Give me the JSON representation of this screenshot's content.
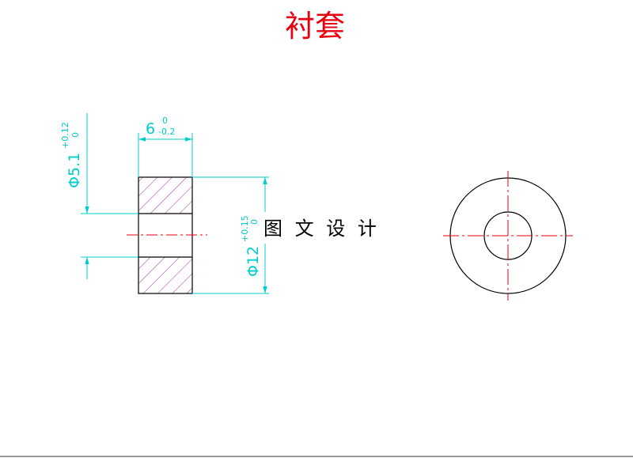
{
  "title": "衬套",
  "watermark": "图 文 设 计",
  "dimensions": {
    "width": {
      "value": "6",
      "upper": "0",
      "lower": "-0.2"
    },
    "inner_diameter": {
      "value": "Φ5.1",
      "upper": "+0.12",
      "lower": "0"
    },
    "outer_diameter": {
      "value": "Φ12",
      "upper": "+0.15",
      "lower": "0"
    }
  },
  "colors": {
    "title": "#e8000f",
    "dimension": "#00cccc",
    "centerline": "#e8000f",
    "hatch": "#a633a6",
    "outline": "#000000"
  }
}
